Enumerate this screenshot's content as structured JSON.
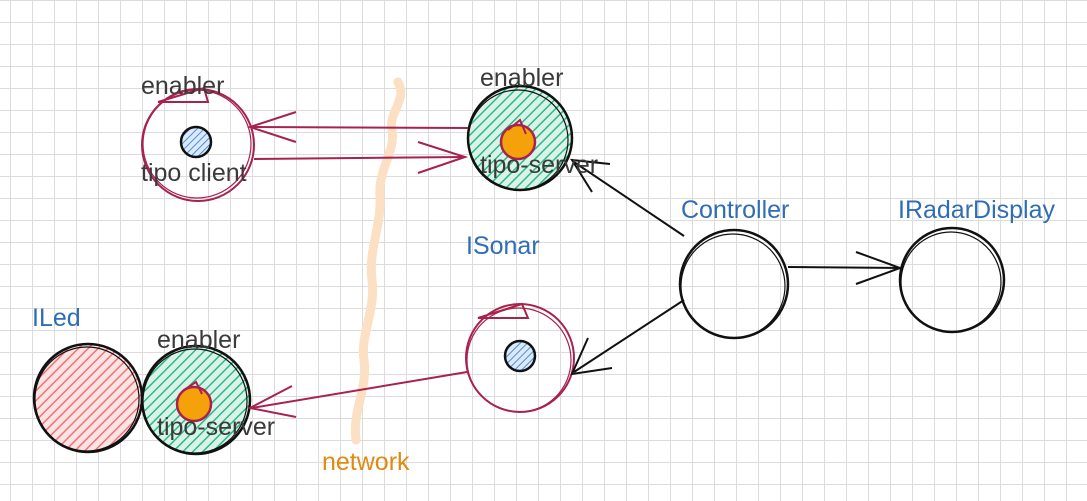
{
  "labels": {
    "client_enabler_line1": "enabler",
    "client_enabler_line2": "tipo client",
    "server_enabler_top_line1": "enabler",
    "server_enabler_top_line2": "tipo-server",
    "server_enabler_bottom_line1": "enabler",
    "server_enabler_bottom_line2": "tipo-server",
    "controller": "Controller",
    "radar_display": "IRadarDisplay",
    "sonar": "ISonar",
    "led": "ILed",
    "network": "network"
  },
  "colors": {
    "crimson_stroke": "#a8224e",
    "black_stroke": "#1e1e1e",
    "green_hatch": "#2fb88a",
    "red_hatch": "#ef7373",
    "blue_hatch": "#4a8fd6",
    "orange_fill": "#f5a10a",
    "network_line": "#fbe0c4",
    "label_blue": "#2f6db5",
    "label_orange": "#e08a10",
    "grid": "#dcdcdc"
  }
}
